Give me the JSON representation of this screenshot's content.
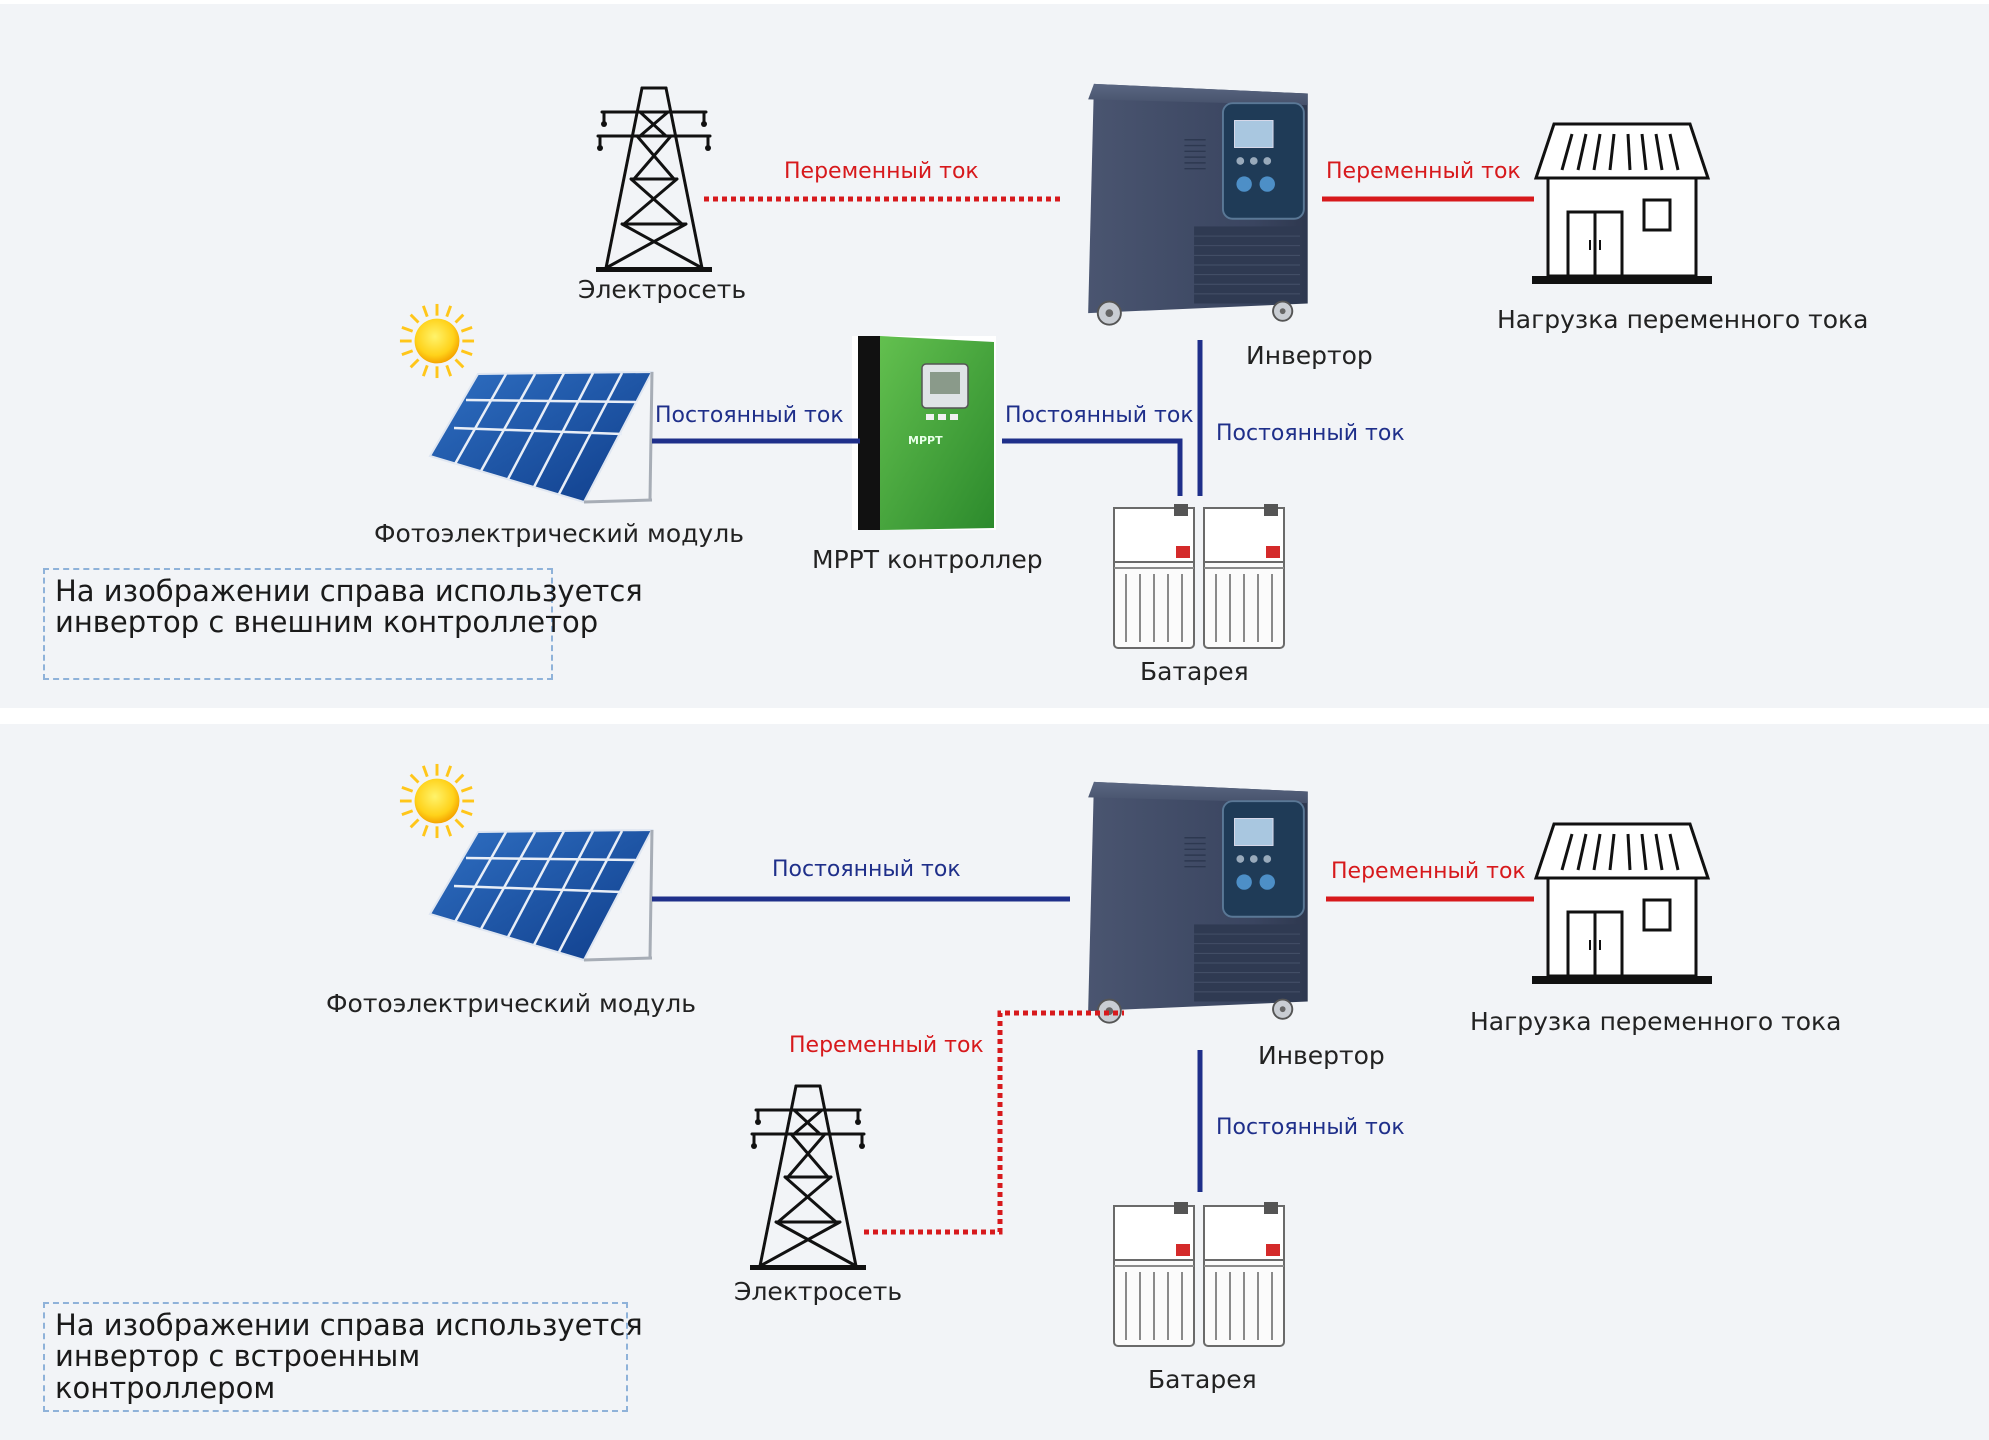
{
  "labels": {
    "ac_current": "Переменный ток",
    "dc_current": "Постоянный ток",
    "grid": "Электросеть",
    "load": "Нагрузка переменного тока",
    "inverter": "Инвертор",
    "pv_module": "Фотоэлектрический модуль",
    "mppt_controller": "MPPT контроллер",
    "battery": "Батарея",
    "mppt_panel_text": "MPPT"
  },
  "notes": {
    "top": [
      "На изображении справа используется",
      "инвертор с внешним контроллетор"
    ],
    "bottom": [
      "На изображении справа используется",
      "инвертор с встроенным",
      "контроллером"
    ]
  },
  "colors": {
    "ac_line": "#d7191c",
    "dc_line": "#1f2f8a",
    "panel_background": "#f2f4f7",
    "note_border": "#8fb2d9",
    "controller_green": "#3aa33a",
    "inverter_body": "#3e4a63"
  },
  "icons": [
    "power-tower-icon",
    "sun-icon",
    "solar-panel-icon",
    "inverter-icon",
    "house-icon",
    "battery-icon",
    "mppt-controller-icon"
  ]
}
